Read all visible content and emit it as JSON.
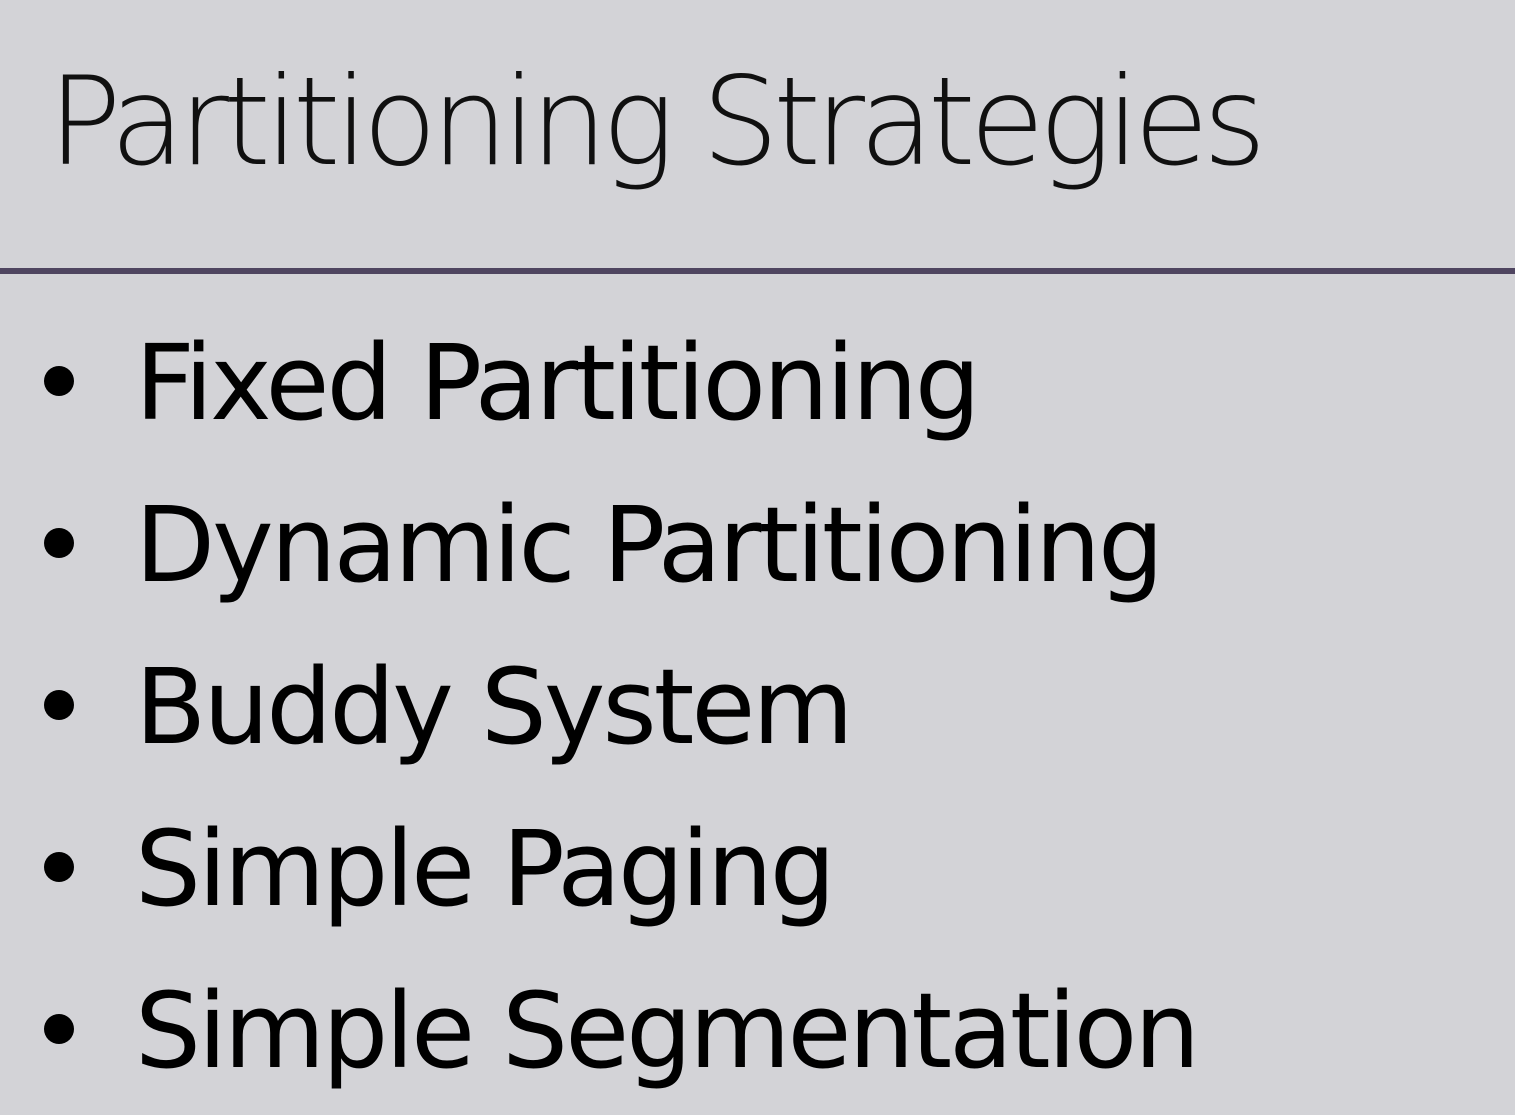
{
  "slide": {
    "title": "Partitioning Strategies",
    "bullets": [
      "Fixed Partitioning",
      "Dynamic Partitioning",
      "Buddy System",
      "Simple Paging",
      "Simple Segmentation"
    ]
  },
  "colors": {
    "background": "#d3d3d7",
    "divider": "#4f4560",
    "text": "#000000"
  }
}
